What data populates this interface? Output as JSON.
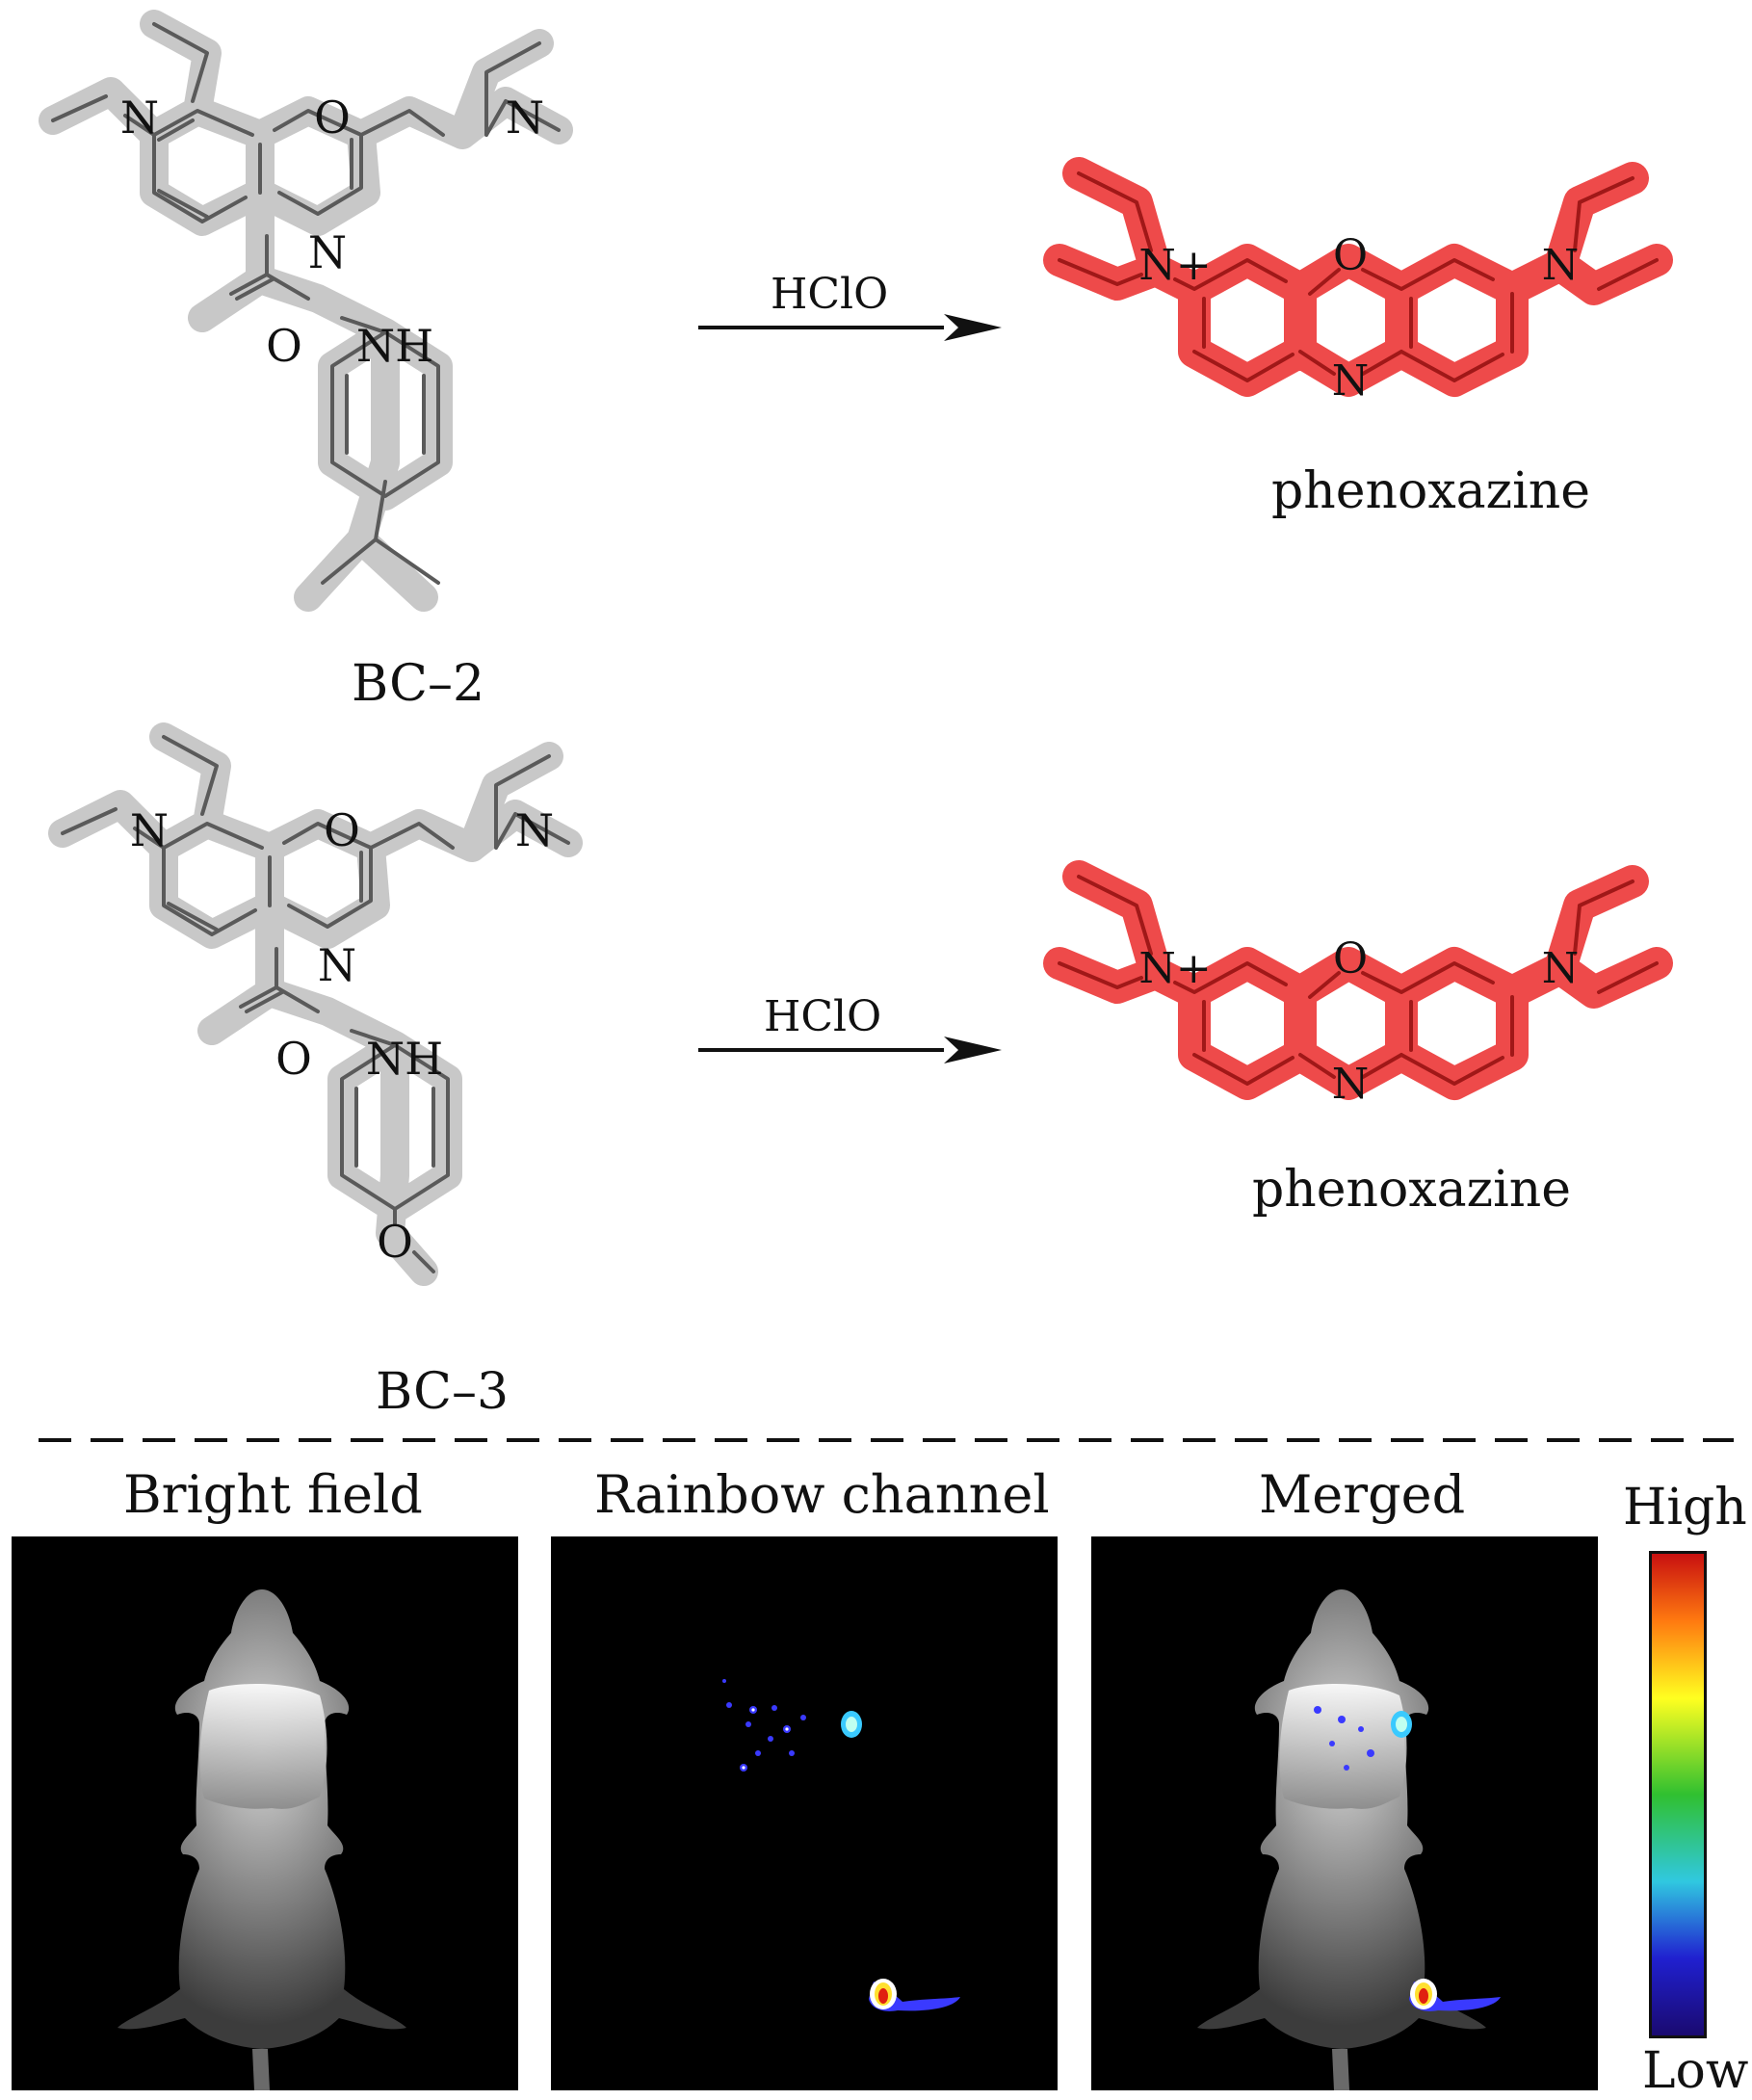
{
  "reactions": [
    {
      "reactant": "BC–2",
      "reagent": "HClO",
      "product": "phenoxazine"
    },
    {
      "reactant": "BC–3",
      "reagent": "HClO",
      "product": "phenoxazine"
    }
  ],
  "atoms": {
    "O": "O",
    "N": "N",
    "NH": "NH",
    "N_plus": "N+"
  },
  "panels": [
    "Bright field",
    "Rainbow channel",
    "Merged"
  ],
  "colorbar": {
    "high": "High",
    "low": "Low",
    "colors": [
      "#c81010",
      "#ffff20",
      "#30c030",
      "#30c8e0",
      "#2020d0",
      "#1a0a70"
    ]
  },
  "colors": {
    "reactant_shadow": "#c8c8c8",
    "reactant_bond": "#5a5a5a",
    "product_shadow": "#ee4a4a",
    "product_bond": "#a01818",
    "panel_bg": "#000000"
  },
  "icons": [
    "reaction-arrow-icon",
    "mouse-image",
    "fluorescence-spots"
  ]
}
